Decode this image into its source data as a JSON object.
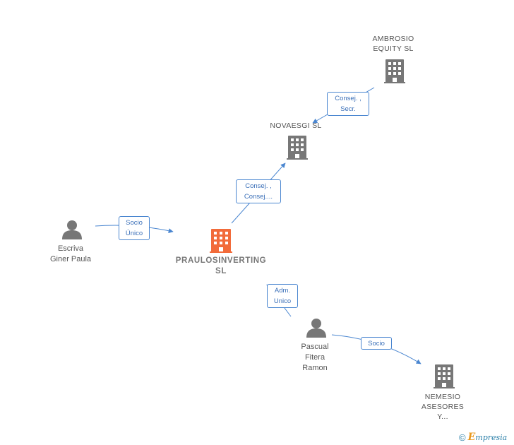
{
  "colors": {
    "edge": "#4a86d0",
    "company_icon": "#777777",
    "focus_icon": "#f26b3a",
    "person_icon": "#777777"
  },
  "nodes": {
    "ambrosio": {
      "label": "AMBROSIO\nEQUITY  SL",
      "icon": "building-icon"
    },
    "novaesgi": {
      "label": "NOVAESGI SL",
      "icon": "building-icon"
    },
    "praulos": {
      "label": "PRAULOSINVERTING\nSL",
      "icon": "building-icon"
    },
    "escriva": {
      "label": "Escriva\nGiner Paula",
      "icon": "person-icon"
    },
    "pascual": {
      "label": "Pascual\nFitera\nRamon",
      "icon": "person-icon"
    },
    "nemesio": {
      "label": "NEMESIO\nASESORES\nY...",
      "icon": "building-icon"
    }
  },
  "edges": {
    "ambrosio_novaesgi": {
      "label": "Consej. ,\nSecr."
    },
    "praulos_novaesgi": {
      "label": "Consej. ,\nConsej...."
    },
    "escriva_praulos": {
      "label": "Socio\nÚnico"
    },
    "pascual_praulos": {
      "label": "Adm.\nUnico"
    },
    "pascual_nemesio": {
      "label": "Socio"
    }
  },
  "watermark": {
    "copyright": "©",
    "brand_initial": "E",
    "brand_rest": "mpresia"
  }
}
